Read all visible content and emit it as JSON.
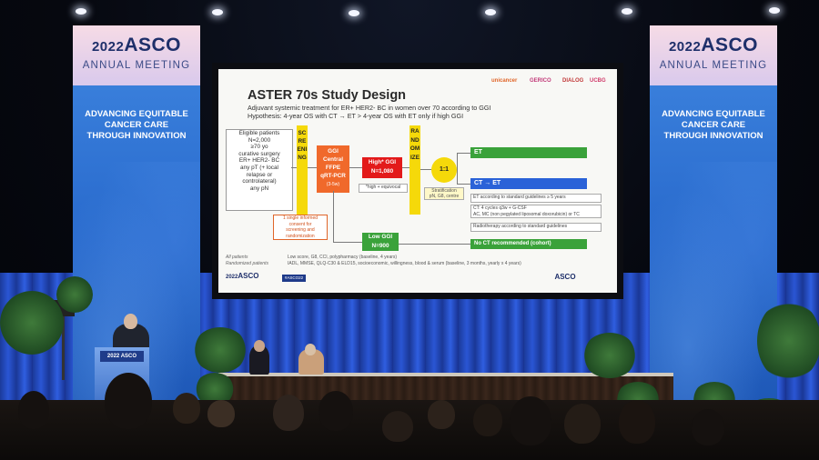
{
  "banners": {
    "year_prefix": "2022",
    "brand": "ASCO",
    "subtitle": "ANNUAL MEETING",
    "tagline": "ADVANCING EQUITABLE\nCANCER CARE\nTHROUGH INNOVATION"
  },
  "slide": {
    "title": "ASTER 70s Study Design",
    "subtitle_line1": "Adjuvant systemic treatment for ER+ HER2- BC in women over 70 according to GGI",
    "subtitle_line2": "Hypothesis: 4-year OS with CT → ET > 4-year OS with ET only if high GGI",
    "logos": [
      "unicancer",
      "GERICO",
      "DIALOG",
      "UCBG"
    ],
    "eligible": "Eligible patients\nN=2,000\n≥70 yo\ncurative surgery\nER+ HER2- BC\nany pT (+ local\nrelapse or\ncontrolateral)\nany pN",
    "screening": "SCREENING",
    "ggi_central": "GGI\nCentral\nFFPE\nqRT-PCR",
    "ggi_central_note": "(3-5w)",
    "high_ggi": "High* GGI\nN=1,080",
    "high_note": "*high + equivocal",
    "randomize": "RANDOMIZE",
    "ratio": "1:1",
    "stratification": "Stratification\npN, G8, centre",
    "arm_et": "ET",
    "arm_ct": "CT → ET",
    "et_note": "ET according to standard guidelines ≥ 5 years",
    "ct_note": "CT: 4 cycles q3w + G-CSF\nAC, MC (non pegylated liposomal doxorubicin) or TC",
    "radio_note": "Radiotherapy according to standard guidelines",
    "consent": "1 single informed\nconsent for\nscreening and\nrandomization",
    "low_ggi": "Low GGI\nN=900",
    "no_ct": "No CT recommended (cohort)",
    "footer_left1": "All patients",
    "footer_left2": "Randomized patients",
    "footer_mid1": "Low score, G8, CCI, polypharmacy (baseline, 4 years)",
    "footer_mid2": "IADL, MMSE, QLQ-C30 & ELD15, socioeconomic, willingness, blood & serum (baseline, 3 months, yearly x 4 years)",
    "bottom_brand_year": "2022",
    "bottom_brand": "ASCO",
    "bottom_tag": "#ASCO22",
    "bottom_right": "ASCO"
  },
  "podium": {
    "sign": "2022 ASCO"
  },
  "colors": {
    "banner_blue": "#2869cc",
    "screen_yellow": "#f5d90a",
    "ggi_orange": "#f0692b",
    "high_red": "#e31a1a",
    "arm_green": "#3aa23a",
    "arm_blue": "#2a62d8"
  }
}
